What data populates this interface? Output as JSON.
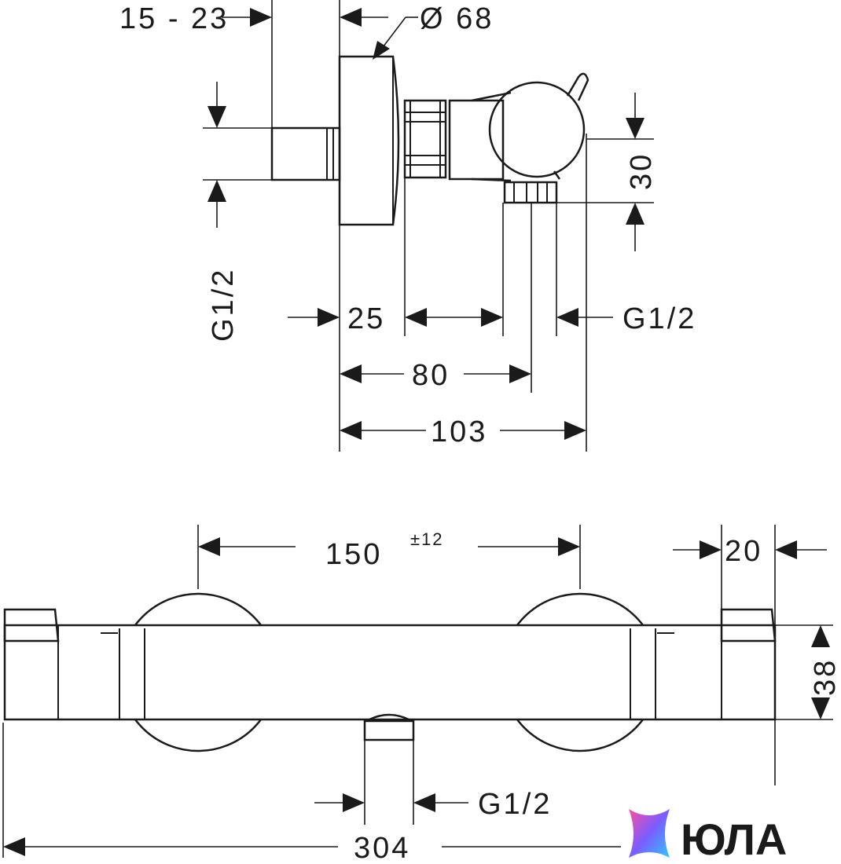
{
  "side_view": {
    "connection_depth": "15 - 23",
    "diameter": "Ø 68",
    "thread_left": "G1/2",
    "depth_25": "25",
    "thread_right": "G1/2",
    "depth_80": "80",
    "depth_103": "103",
    "height_30": "30"
  },
  "front_view": {
    "centre_distance": "150",
    "tolerance": "±12",
    "handle_width": "20",
    "body_height": "38",
    "outlet_thread": "G1/2",
    "total_length": "304"
  },
  "logo": {
    "text": "ЮЛА",
    "colors": [
      "#ff4fa0",
      "#7b5cff",
      "#2ec8ff"
    ]
  }
}
